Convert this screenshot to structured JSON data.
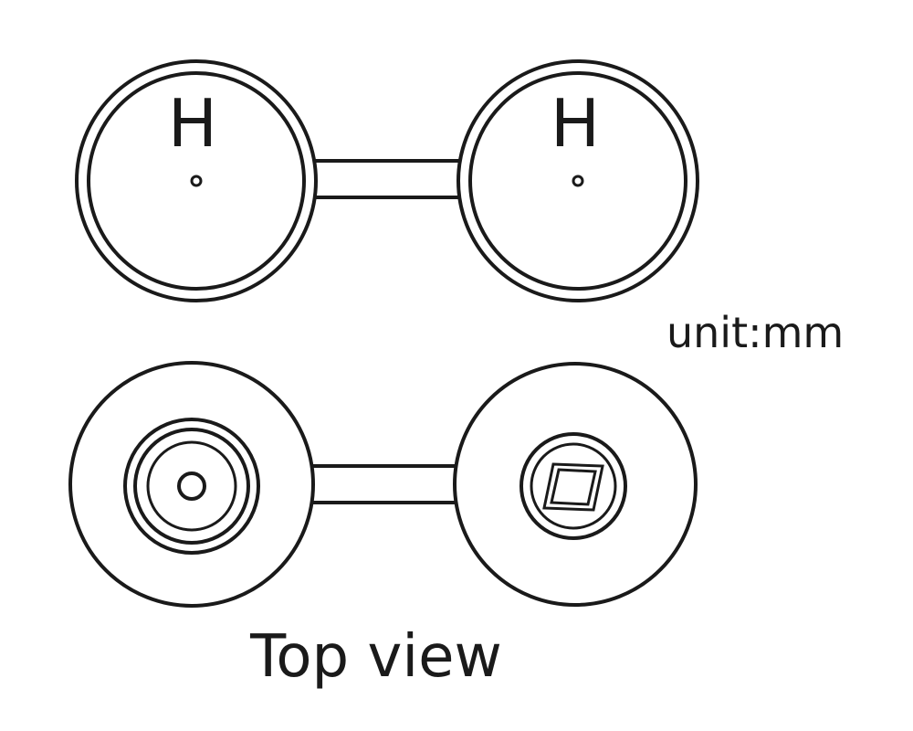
{
  "diagram": {
    "top_left_atom_label": "H",
    "top_right_atom_label": "H",
    "unit_label": "unit:mm",
    "caption": "Top view",
    "stroke_color": "#1a1a1a",
    "background_color": "#ffffff"
  }
}
